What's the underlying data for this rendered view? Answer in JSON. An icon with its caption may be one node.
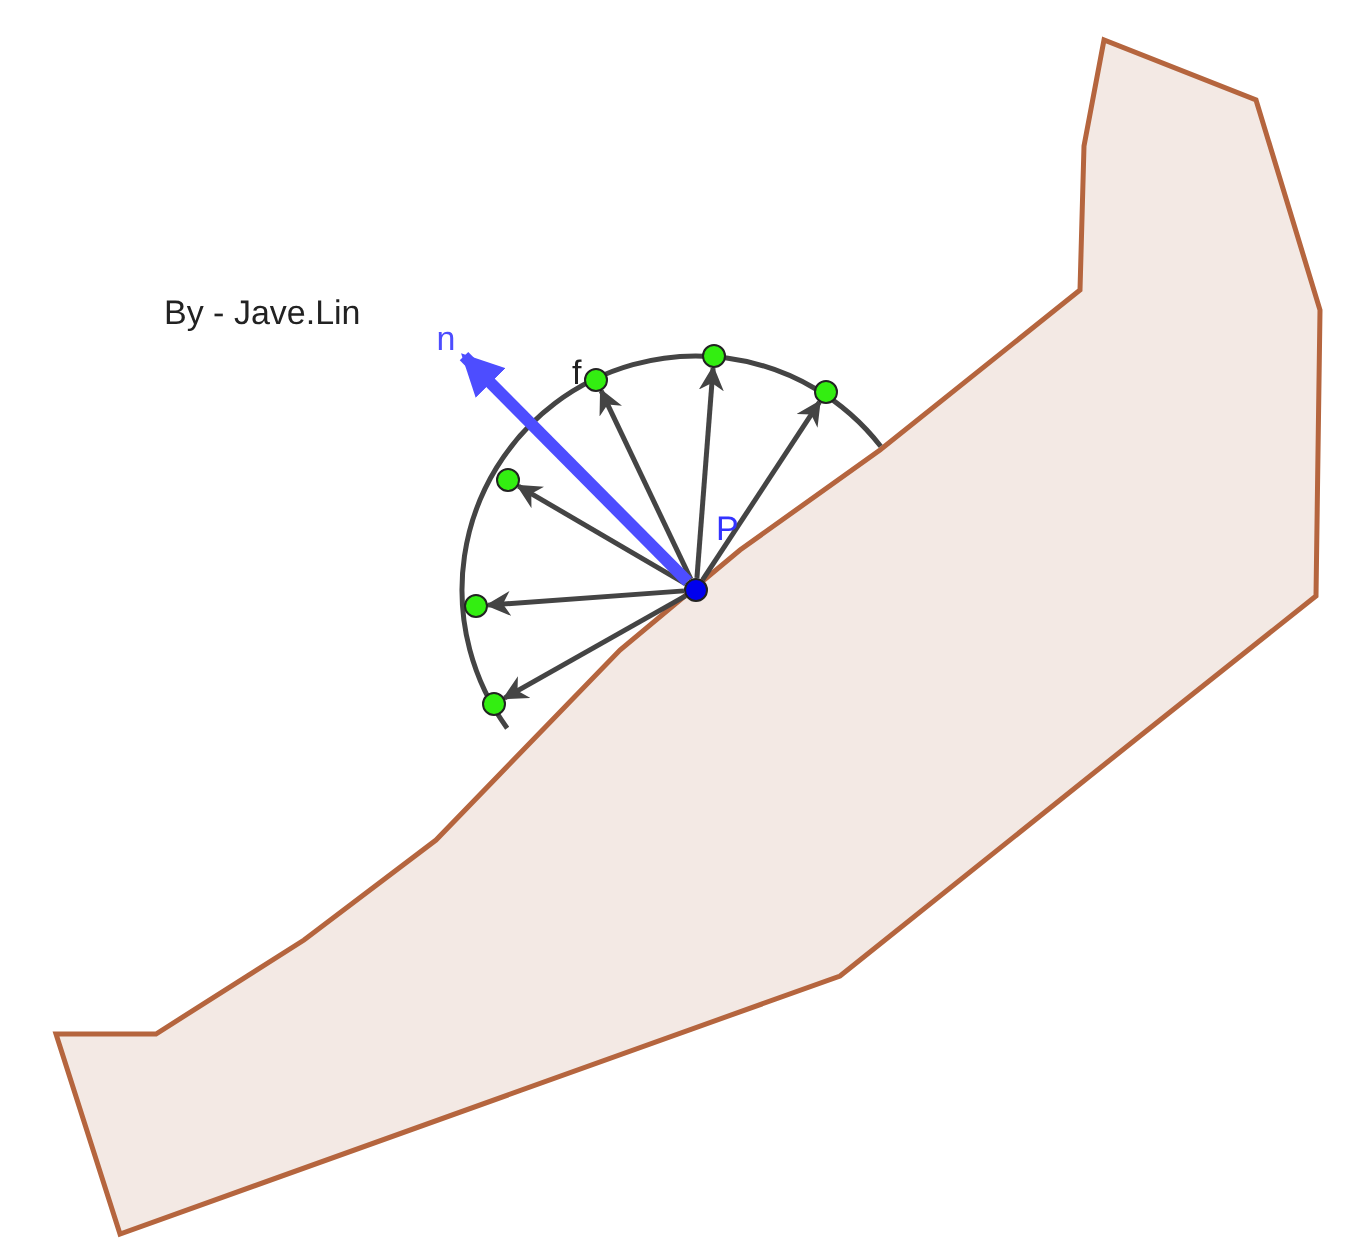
{
  "diagram": {
    "nodes": [
      {
        "text": [],
        "shape": "circle",
        "beside": [
          "P"
        ]
      },
      {
        "text": [],
        "shape": "circle"
      },
      {
        "text": [],
        "shape": "circle"
      },
      {
        "text": [],
        "shape": "circle"
      },
      {
        "text": [],
        "shape": "circle",
        "beside": [
          "f"
        ]
      },
      {
        "text": [],
        "shape": "circle"
      },
      {
        "text": [],
        "shape": "circle"
      },
      {
        "text": [
          "n"
        ]
      }
    ],
    "edges": [
      {
        "from": 0,
        "to": 1,
        "arrow": "to"
      },
      {
        "from": 0,
        "to": 2,
        "arrow": "to"
      },
      {
        "from": 0,
        "to": 3,
        "arrow": "to"
      },
      {
        "from": 0,
        "to": 4,
        "arrow": "to"
      },
      {
        "from": 0,
        "to": 5,
        "arrow": "to"
      },
      {
        "from": 0,
        "to": 6,
        "arrow": "to"
      },
      {
        "from": 0,
        "to": 7,
        "arrow": "to",
        "style": "thick",
        "color": "#4d4dff"
      }
    ],
    "labels": [
      "By - Jave.Lin"
    ]
  }
}
